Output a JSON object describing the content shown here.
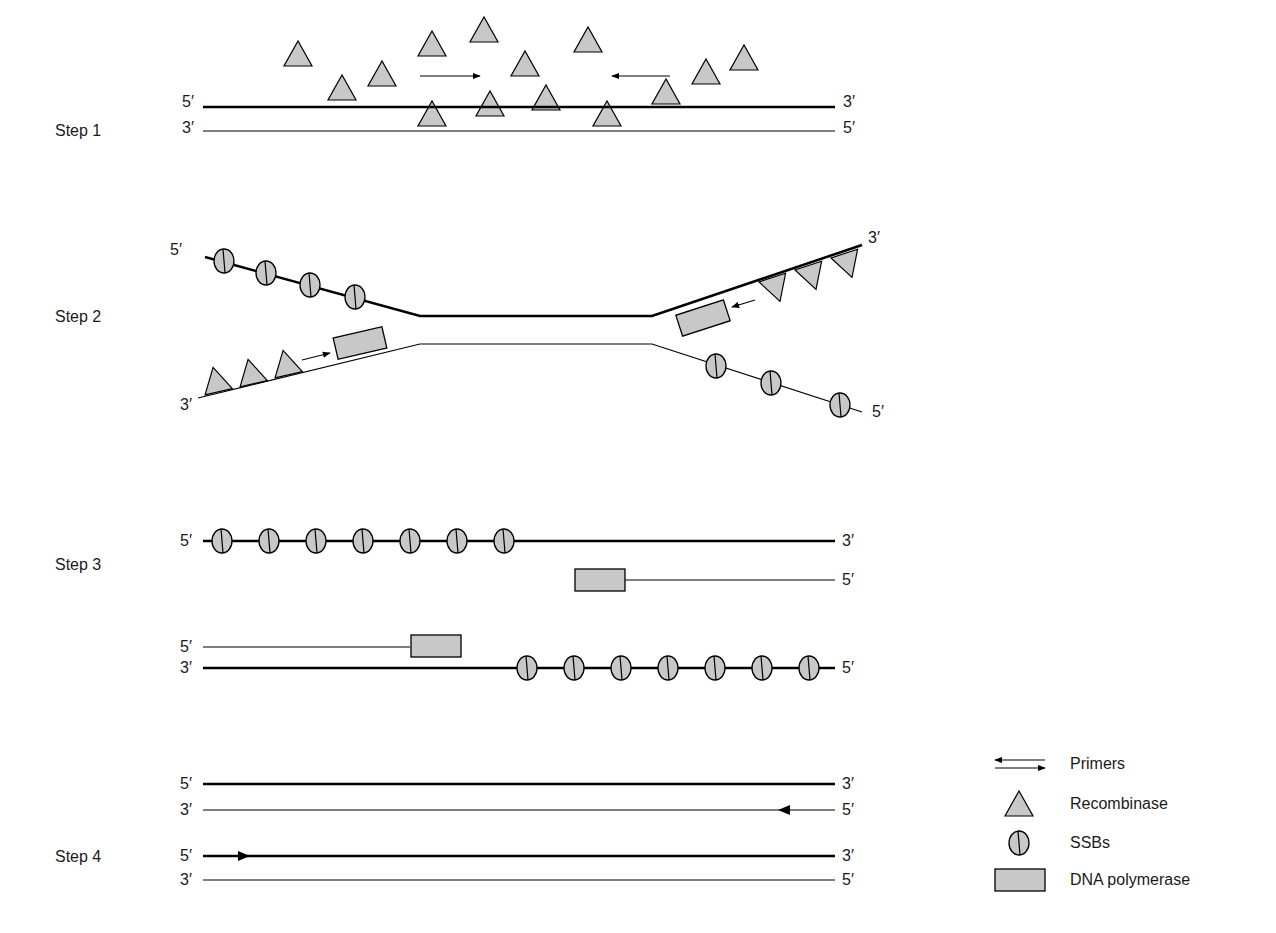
{
  "diagram": {
    "labels": [
      "Step 1",
      "5′",
      "3′",
      "3′",
      "5′",
      "Step 2",
      "5′",
      "3′",
      "3′",
      "5′",
      "Step 3",
      "5′",
      "3′",
      "5′",
      "5′",
      "3′",
      "5′",
      "Step 4",
      "5′",
      "3′",
      "3′",
      "5′",
      "5′",
      "3′",
      "3′",
      "5′"
    ],
    "legend": [
      {
        "text": "Primers"
      },
      {
        "text": "Recombinase"
      },
      {
        "text": "SSBs"
      },
      {
        "text": "DNA polymerase"
      }
    ]
  }
}
